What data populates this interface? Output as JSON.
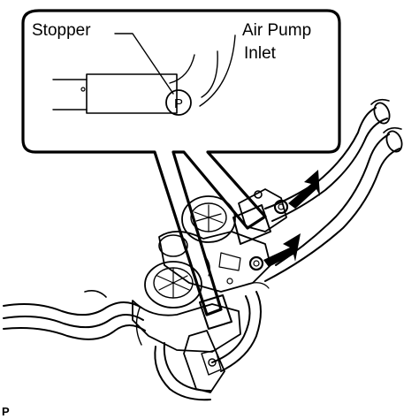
{
  "labels": {
    "stopper": "Stopper",
    "air_pump_line1": "Air Pump",
    "air_pump_line2": "Inlet",
    "stopper_symbol": "P",
    "figure_code": "P"
  },
  "colors": {
    "ink": "#000000",
    "background": "#ffffff"
  },
  "icons": {
    "pointer_arrows": "black-arrow-icon"
  }
}
